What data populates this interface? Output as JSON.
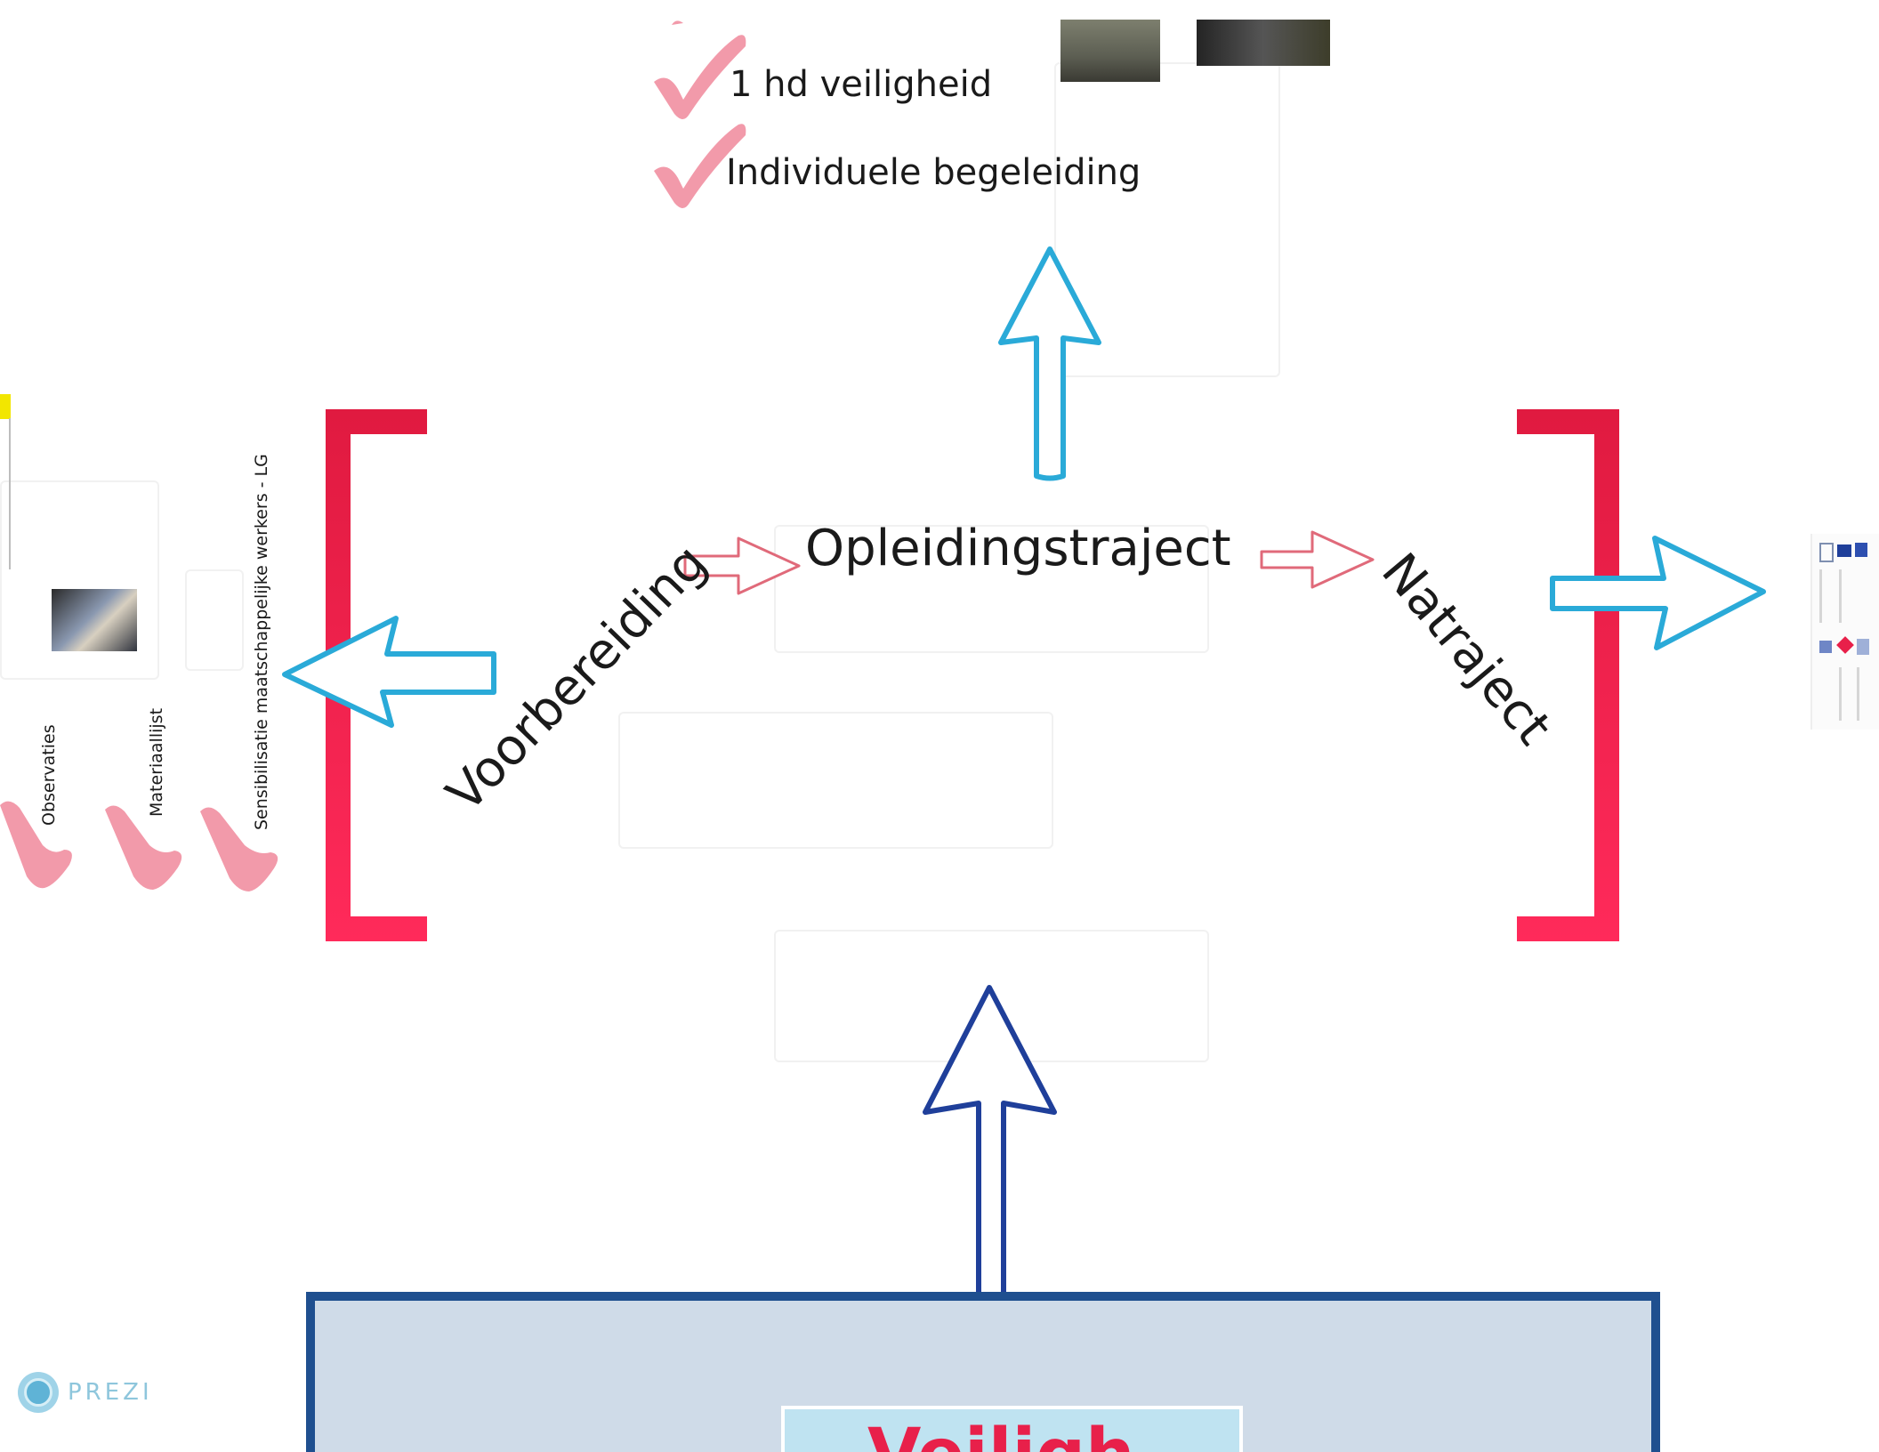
{
  "checklist_top": {
    "items": [
      {
        "label": "1 hd veiligheid"
      },
      {
        "label": "Individuele begeleiding"
      }
    ]
  },
  "flow": {
    "left_label": "Voorbereiding",
    "center_label": "Opleidingstraject",
    "right_label": "Natraject"
  },
  "left_panel": {
    "items": [
      {
        "label": "Observaties"
      },
      {
        "label": "Materiaallijst"
      },
      {
        "label": "Sensibilisatie maatschappelijke werkers - LG"
      }
    ]
  },
  "bottom_box": {
    "title": "Veiligh..."
  },
  "brand": {
    "logo_text": "PREZI"
  },
  "colors": {
    "bracket_red": "#e8204a",
    "arrow_pink": "#e06a7a",
    "arrow_cyan": "#2aaad8",
    "arrow_navy": "#1f3f9a",
    "check_pink": "#f29aaa",
    "box_border": "#1f4f8f",
    "box_fill": "#cfdbe8"
  }
}
